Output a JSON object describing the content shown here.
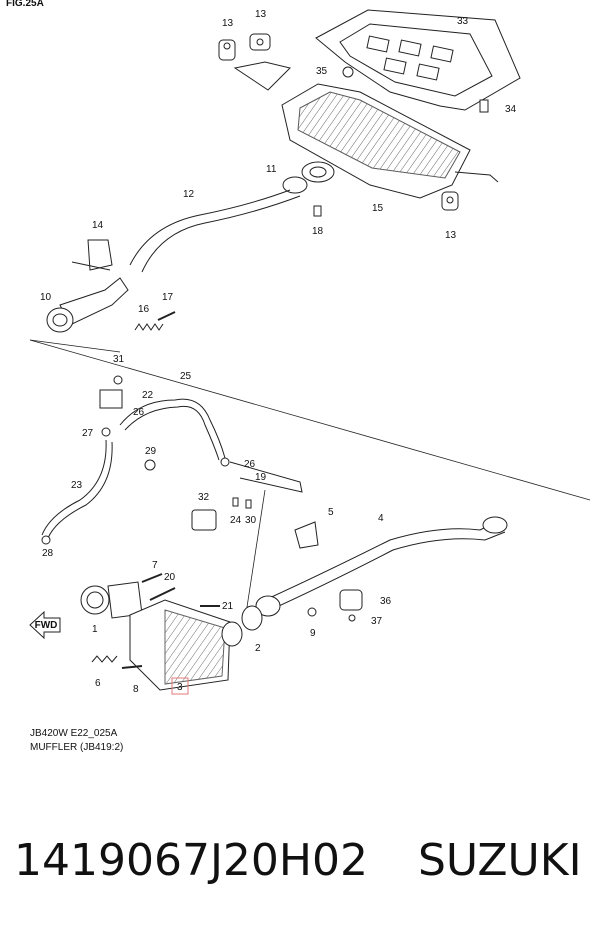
{
  "figure": {
    "title": "FIG.25A"
  },
  "callouts": [
    {
      "id": "c13a",
      "text": "13"
    },
    {
      "id": "c13b",
      "text": "13"
    },
    {
      "id": "c33",
      "text": "33"
    },
    {
      "id": "c35",
      "text": "35"
    },
    {
      "id": "c34",
      "text": "34"
    },
    {
      "id": "c11",
      "text": "11"
    },
    {
      "id": "c15",
      "text": "15"
    },
    {
      "id": "c12",
      "text": "12"
    },
    {
      "id": "c18",
      "text": "18"
    },
    {
      "id": "c13c",
      "text": "13"
    },
    {
      "id": "c14",
      "text": "14"
    },
    {
      "id": "c10",
      "text": "10"
    },
    {
      "id": "c16",
      "text": "16"
    },
    {
      "id": "c17",
      "text": "17"
    },
    {
      "id": "c31",
      "text": "31"
    },
    {
      "id": "c25",
      "text": "25"
    },
    {
      "id": "c22",
      "text": "22"
    },
    {
      "id": "c26a",
      "text": "26"
    },
    {
      "id": "c27",
      "text": "27"
    },
    {
      "id": "c29",
      "text": "29"
    },
    {
      "id": "c26b",
      "text": "26"
    },
    {
      "id": "c19",
      "text": "19"
    },
    {
      "id": "c23",
      "text": "23"
    },
    {
      "id": "c32",
      "text": "32"
    },
    {
      "id": "c24",
      "text": "24"
    },
    {
      "id": "c30",
      "text": "30"
    },
    {
      "id": "c5",
      "text": "5"
    },
    {
      "id": "c4",
      "text": "4"
    },
    {
      "id": "c28",
      "text": "28"
    },
    {
      "id": "c7",
      "text": "7"
    },
    {
      "id": "c20",
      "text": "20"
    },
    {
      "id": "c21",
      "text": "21"
    },
    {
      "id": "c36",
      "text": "36"
    },
    {
      "id": "c37",
      "text": "37"
    },
    {
      "id": "c1",
      "text": "1"
    },
    {
      "id": "c2",
      "text": "2"
    },
    {
      "id": "c9",
      "text": "9"
    },
    {
      "id": "c6",
      "text": "6"
    },
    {
      "id": "c8",
      "text": "8"
    },
    {
      "id": "c3",
      "text": "3"
    }
  ],
  "front_arrow": {
    "text": "FWD"
  },
  "captions": {
    "code": "JB420W E22_025A",
    "name": "MUFFLER (JB419:2)"
  },
  "part_number": "1419067J20H02",
  "brand": "SUZUKI",
  "colors": {
    "highlight_box": "#e07a7a",
    "ink": "#111111"
  }
}
